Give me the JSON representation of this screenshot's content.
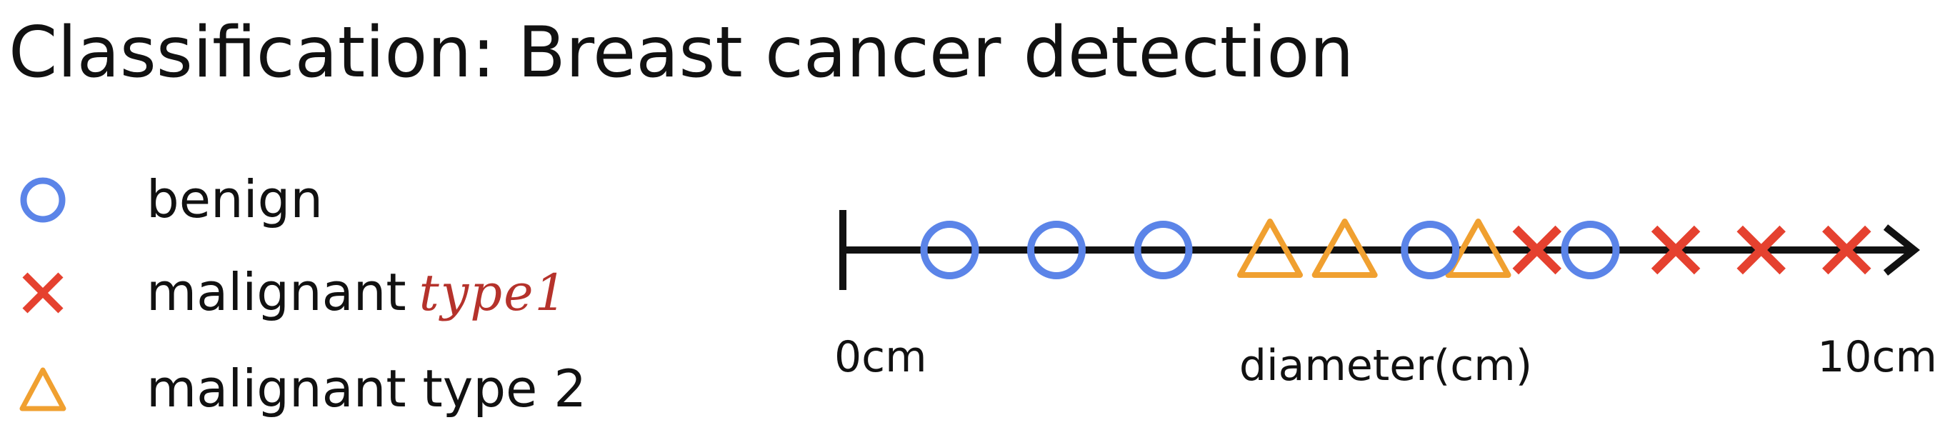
{
  "title": "Classification: Breast cancer detection",
  "legend": [
    {
      "label": "benign",
      "marker": "circle",
      "color": "#5b84e8"
    },
    {
      "label": "malignant",
      "annotation": "type1",
      "marker": "cross",
      "color": "#e5412f"
    },
    {
      "label": "malignant type 2",
      "marker": "triangle",
      "color": "#f0a030"
    }
  ],
  "colors": {
    "benign": "#5b84e8",
    "malignant_type1": "#e5412f",
    "malignant_type2": "#f0a030",
    "annotation": "#b5322b",
    "axis": "#111111"
  },
  "chart_data": {
    "type": "scatter",
    "xlabel": "diameter(cm)",
    "xlim": [
      0,
      10
    ],
    "tick_labels": [
      "0cm",
      "10cm"
    ],
    "series": [
      {
        "name": "benign",
        "marker": "circle",
        "x": [
          1.0,
          2.0,
          3.0,
          5.5,
          7.0
        ]
      },
      {
        "name": "malignant type1",
        "marker": "cross",
        "x": [
          6.5,
          7.8,
          8.6,
          9.4
        ]
      },
      {
        "name": "malignant type 2",
        "marker": "triangle",
        "x": [
          4.0,
          4.7,
          5.95
        ]
      }
    ]
  }
}
